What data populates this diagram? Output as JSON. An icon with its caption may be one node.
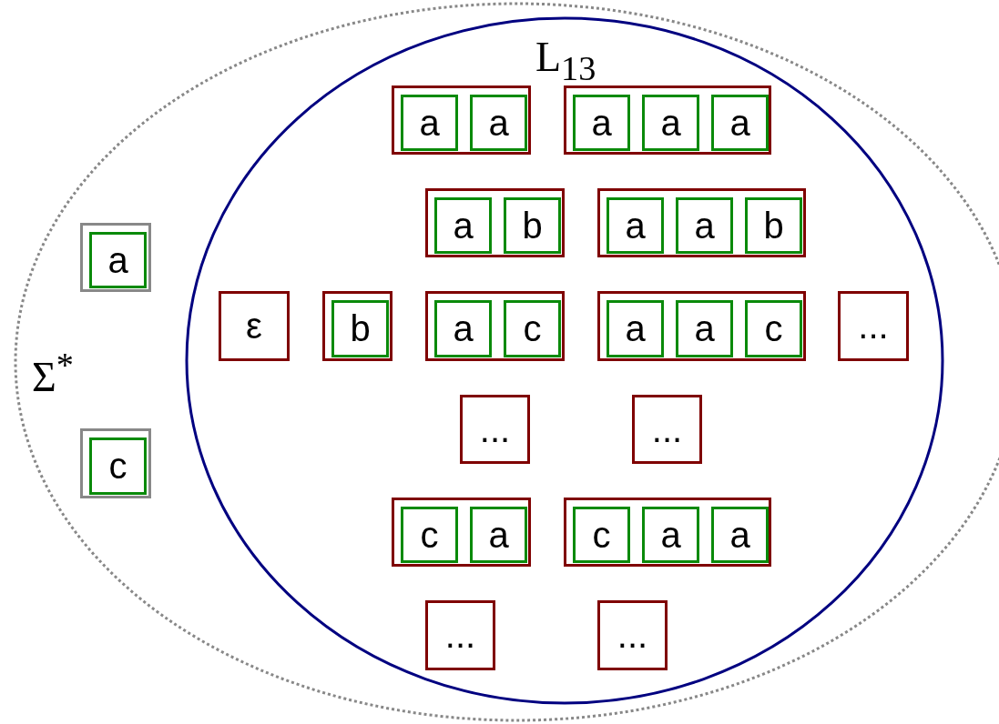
{
  "diagram": {
    "nodes": [
      {
        "text": [
          "Σ$^{*}$"
        ]
      },
      {
        "text": [
          "L$_{13}$"
        ],
        "in": 0
      },
      {
        "text": [],
        "shape": "box",
        "in": 1
      },
      {
        "text": [
          "a"
        ],
        "in": 2
      },
      {
        "text": [
          "a"
        ],
        "in": 2
      },
      {
        "text": [],
        "shape": "box",
        "in": 1
      },
      {
        "text": [
          "a"
        ],
        "in": 5
      },
      {
        "text": [
          "a"
        ],
        "in": 5
      },
      {
        "text": [
          "a"
        ],
        "in": 5
      },
      {
        "text": [],
        "shape": "box",
        "in": 1
      },
      {
        "text": [
          "a"
        ],
        "in": 9
      },
      {
        "text": [
          "b"
        ],
        "in": 9
      },
      {
        "text": [],
        "shape": "box",
        "in": 1
      },
      {
        "text": [
          "a"
        ],
        "in": 12
      },
      {
        "text": [
          "a"
        ],
        "in": 12
      },
      {
        "text": [
          "b"
        ],
        "in": 12
      },
      {
        "text": [],
        "shape": "box",
        "in": 0
      },
      {
        "text": [
          "a"
        ],
        "in": 16
      },
      {
        "text": [
          "ε"
        ],
        "in": 1
      },
      {
        "text": [],
        "shape": "box",
        "in": 1
      },
      {
        "text": [
          "b"
        ],
        "in": 19
      },
      {
        "text": [],
        "shape": "box",
        "in": 1
      },
      {
        "text": [
          "a"
        ],
        "in": 21
      },
      {
        "text": [
          "c"
        ],
        "in": 21
      },
      {
        "text": [],
        "shape": "box",
        "in": 1
      },
      {
        "text": [
          "a"
        ],
        "in": 24
      },
      {
        "text": [
          "a"
        ],
        "in": 24
      },
      {
        "text": [
          "c"
        ],
        "in": 24
      },
      {
        "text": [
          "..."
        ],
        "in": 1
      },
      {
        "text": [
          "..."
        ],
        "in": 1
      },
      {
        "text": [
          "..."
        ],
        "in": 1
      },
      {
        "text": [],
        "shape": "box",
        "in": 0
      },
      {
        "text": [
          "c"
        ],
        "in": 31
      },
      {
        "text": [],
        "shape": "box",
        "in": 1
      },
      {
        "text": [
          "c"
        ],
        "in": 33
      },
      {
        "text": [
          "a"
        ],
        "in": 33
      },
      {
        "text": [],
        "shape": "box",
        "in": 1
      },
      {
        "text": [
          "c"
        ],
        "in": 36
      },
      {
        "text": [
          "a"
        ],
        "in": 36
      },
      {
        "text": [
          "a"
        ],
        "in": 36
      },
      {
        "text": [
          "..."
        ],
        "in": 1
      },
      {
        "text": [
          "..."
        ],
        "in": 1
      }
    ],
    "edges": []
  }
}
